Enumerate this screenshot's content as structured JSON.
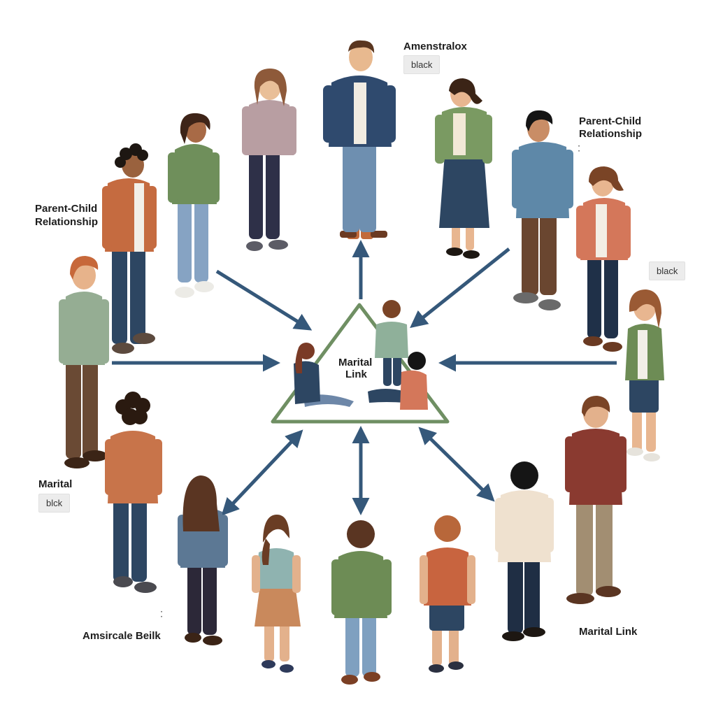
{
  "labels": {
    "top_right_name": "Amenstralox",
    "top_right_chip": "black",
    "parent_child_right_line1": "Parent-Child",
    "parent_child_right_line2": "Relationship",
    "parent_child_left_line1": "Parent-Child",
    "parent_child_left_line2": "Relationship",
    "right_chip": "black",
    "marital_left": "Marital",
    "marital_left_chip": "blck",
    "center_line1": "Marital",
    "center_line2": "Link",
    "bottom_left_name": "Amsircale Beilk",
    "bottom_right_name": "Marital Link"
  },
  "colors": {
    "arrow": "#35587a",
    "triangle": "#6f8f63",
    "background": "#ffffff"
  }
}
